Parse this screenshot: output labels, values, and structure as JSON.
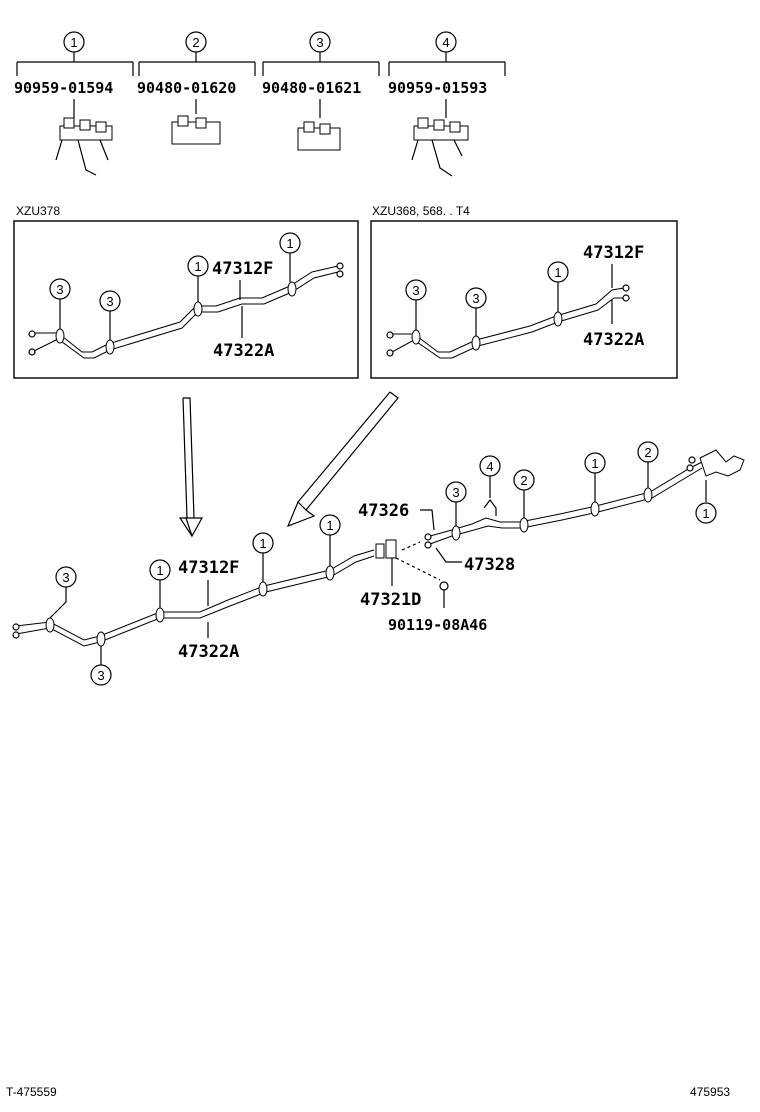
{
  "clips": [
    {
      "num": "1",
      "part": "90959-01594"
    },
    {
      "num": "2",
      "part": "90480-01620"
    },
    {
      "num": "3",
      "part": "90480-01621"
    },
    {
      "num": "4",
      "part": "90959-01593"
    }
  ],
  "inset_left": {
    "label": "XZU378",
    "upper_part": "47312F",
    "lower_part": "47322A",
    "callouts": [
      "3",
      "3",
      "1",
      "1"
    ]
  },
  "inset_right": {
    "label": "XZU368, 568. . T4",
    "upper_part": "47312F",
    "lower_part": "47322A",
    "callouts": [
      "3",
      "3",
      "1"
    ]
  },
  "main": {
    "part_47312F": "47312F",
    "part_47322A": "47322A",
    "part_47326": "47326",
    "part_47328": "47328",
    "part_47321D": "47321D",
    "part_90119": "90119-08A46",
    "callouts": [
      "3",
      "3",
      "1",
      "1",
      "1",
      "3",
      "4",
      "2",
      "1",
      "2",
      "1"
    ]
  },
  "footer": {
    "left": "T-475559",
    "right": "475953"
  }
}
